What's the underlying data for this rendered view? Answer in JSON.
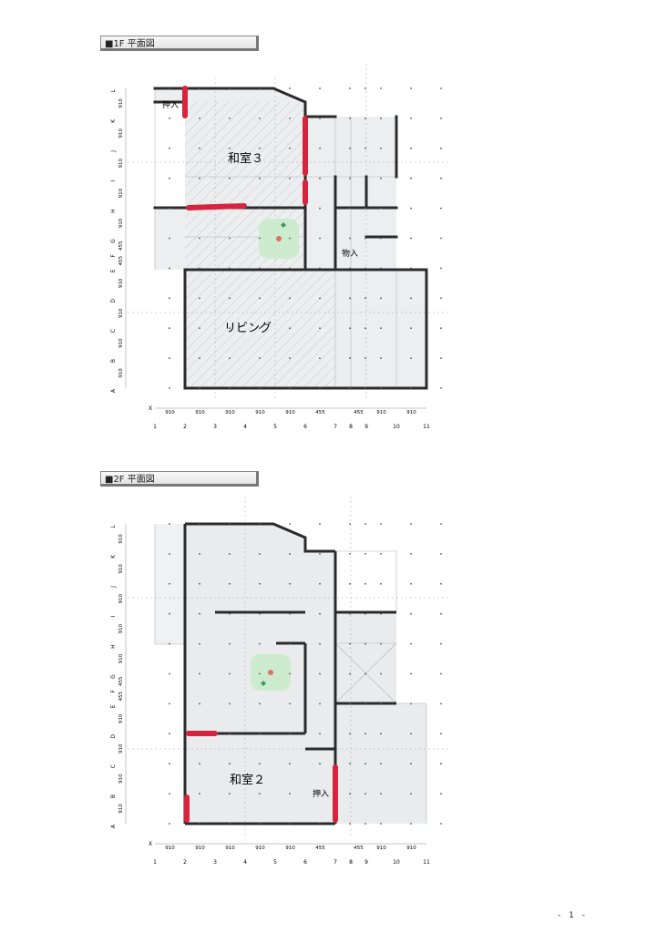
{
  "plans": [
    {
      "title": "■1F  平面図",
      "rooms": [
        "和室３",
        "リビング"
      ],
      "notes": [
        "押入",
        "物入"
      ],
      "row_labels": [
        "L",
        "K",
        "J",
        "I",
        "H",
        "G",
        "F",
        "E",
        "D",
        "C",
        "B",
        "A"
      ],
      "row_dims": [
        "910",
        "910",
        "910",
        "910",
        "910",
        "455",
        "455",
        "910",
        "910",
        "910",
        "910"
      ],
      "col_labels": [
        "1",
        "2",
        "3",
        "4",
        "5",
        "6",
        "7",
        "8",
        "9",
        "10",
        "11"
      ],
      "col_dims": [
        "910",
        "910",
        "910",
        "910",
        "910",
        "455",
        "455",
        "910",
        "910"
      ],
      "axis_mark": "X"
    },
    {
      "title": "■2F  平面図",
      "rooms": [
        "和室２"
      ],
      "notes": [
        "押入"
      ],
      "row_labels": [
        "L",
        "K",
        "J",
        "I",
        "H",
        "G",
        "F",
        "E",
        "D",
        "C",
        "B",
        "A"
      ],
      "row_dims": [
        "910",
        "910",
        "910",
        "910",
        "910",
        "455",
        "455",
        "910",
        "910",
        "910",
        "910"
      ],
      "col_labels": [
        "1",
        "2",
        "3",
        "4",
        "5",
        "6",
        "7",
        "8",
        "9",
        "10",
        "11"
      ],
      "col_dims": [
        "910",
        "910",
        "910",
        "910",
        "910",
        "455",
        "455",
        "910",
        "910"
      ],
      "axis_mark": "X"
    }
  ],
  "page_number": "- 1 -",
  "colors": {
    "wall": "#2b2b2b",
    "highlight_wall": "#d8233f",
    "center_zone": "#cdeccf",
    "center_point": "#e07060",
    "floor_fill": "#e9ebec",
    "grid_dash": "#9a9a9a",
    "tag_bg": "#d5d8d5"
  }
}
